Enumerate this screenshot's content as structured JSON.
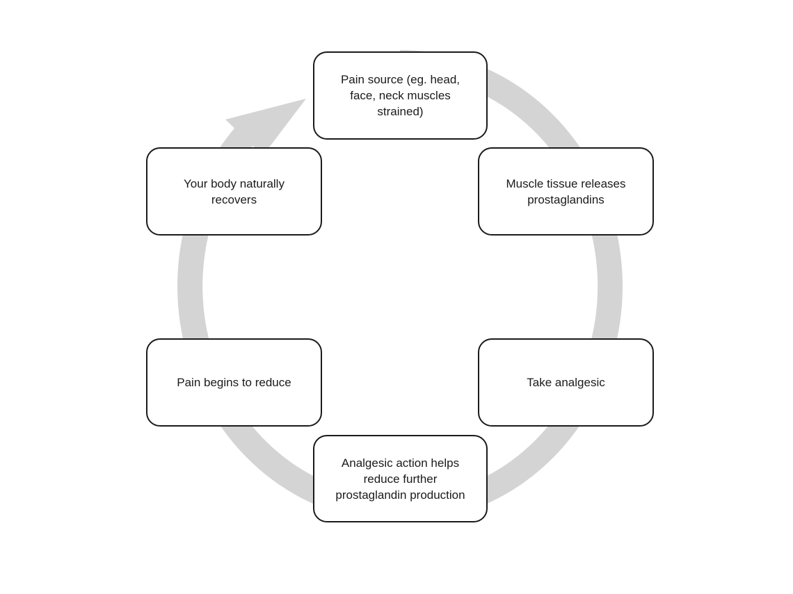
{
  "diagram": {
    "colors": {
      "cycle_arrow": "#d4d4d4",
      "box_border": "#1a1a1a",
      "box_fill": "#ffffff",
      "text": "#1a1a1a"
    },
    "nodes": [
      {
        "id": "pain-source",
        "label": "Pain source (eg. head,\nface, neck muscles\nstrained)"
      },
      {
        "id": "prostaglandin-release",
        "label": "Muscle tissue releases\nprostaglandins"
      },
      {
        "id": "take-analgesic",
        "label": "Take analgesic"
      },
      {
        "id": "analgesic-action",
        "label": "Analgesic action helps\nreduce further\nprostaglandin production"
      },
      {
        "id": "pain-reduces",
        "label": "Pain begins to reduce"
      },
      {
        "id": "body-recovers",
        "label": "Your body naturally\nrecovers"
      }
    ],
    "edges": [
      {
        "from": "pain-source",
        "to": "prostaglandin-release"
      },
      {
        "from": "prostaglandin-release",
        "to": "take-analgesic"
      },
      {
        "from": "take-analgesic",
        "to": "analgesic-action"
      },
      {
        "from": "analgesic-action",
        "to": "pain-reduces"
      },
      {
        "from": "pain-reduces",
        "to": "body-recovers"
      },
      {
        "from": "body-recovers",
        "to": "pain-source"
      }
    ],
    "direction": "clockwise"
  }
}
